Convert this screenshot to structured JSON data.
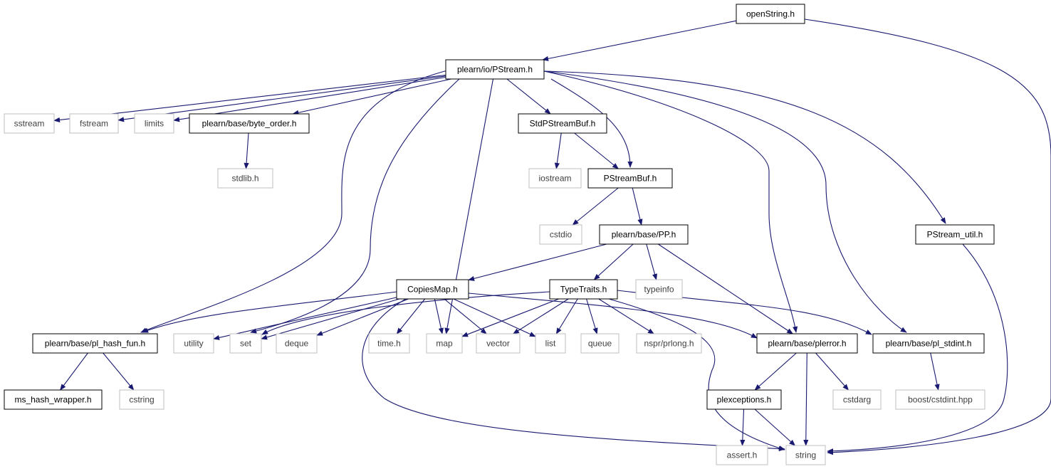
{
  "diagram": {
    "colors": {
      "edge": "#191970",
      "node_border": "#000000",
      "node_border_system": "#bfbfbf",
      "node_text": "#000000",
      "focus_fill": "#bfbfbf",
      "system_text": "#404040"
    },
    "nodes": {
      "openString": {
        "label": "openString.h",
        "kind": "focus"
      },
      "PStream": {
        "label": "plearn/io/PStream.h",
        "kind": "file"
      },
      "sstream": {
        "label": "sstream",
        "kind": "system"
      },
      "fstream": {
        "label": "fstream",
        "kind": "system"
      },
      "limits": {
        "label": "limits",
        "kind": "system"
      },
      "byte_order": {
        "label": "plearn/base/byte_order.h",
        "kind": "file"
      },
      "StdPStreamBuf": {
        "label": "StdPStreamBuf.h",
        "kind": "file"
      },
      "stdlib": {
        "label": "stdlib.h",
        "kind": "system"
      },
      "iostream": {
        "label": "iostream",
        "kind": "system"
      },
      "PStreamBuf": {
        "label": "PStreamBuf.h",
        "kind": "file"
      },
      "cstdio": {
        "label": "cstdio",
        "kind": "system"
      },
      "PP": {
        "label": "plearn/base/PP.h",
        "kind": "file"
      },
      "PStream_util": {
        "label": "PStream_util.h",
        "kind": "file"
      },
      "CopiesMap": {
        "label": "CopiesMap.h",
        "kind": "file"
      },
      "TypeTraits": {
        "label": "TypeTraits.h",
        "kind": "file"
      },
      "typeinfo": {
        "label": "typeinfo",
        "kind": "system"
      },
      "pl_hash_fun": {
        "label": "plearn/base/pl_hash_fun.h",
        "kind": "file"
      },
      "utility": {
        "label": "utility",
        "kind": "system"
      },
      "set": {
        "label": "set",
        "kind": "system"
      },
      "deque": {
        "label": "deque",
        "kind": "system"
      },
      "time": {
        "label": "time.h",
        "kind": "system"
      },
      "map": {
        "label": "map",
        "kind": "system"
      },
      "vector": {
        "label": "vector",
        "kind": "system"
      },
      "list": {
        "label": "list",
        "kind": "system"
      },
      "queue": {
        "label": "queue",
        "kind": "system"
      },
      "prlong": {
        "label": "nspr/prlong.h",
        "kind": "system"
      },
      "plerror": {
        "label": "plearn/base/plerror.h",
        "kind": "file"
      },
      "pl_stdint": {
        "label": "plearn/base/pl_stdint.h",
        "kind": "file"
      },
      "ms_hash": {
        "label": "ms_hash_wrapper.h",
        "kind": "file"
      },
      "cstring": {
        "label": "cstring",
        "kind": "system"
      },
      "plexceptions": {
        "label": "plexceptions.h",
        "kind": "file"
      },
      "cstdarg": {
        "label": "cstdarg",
        "kind": "system"
      },
      "cstdint": {
        "label": "boost/cstdint.hpp",
        "kind": "system"
      },
      "assert": {
        "label": "assert.h",
        "kind": "system"
      },
      "string": {
        "label": "string",
        "kind": "system"
      }
    },
    "edges": [
      [
        "openString",
        "PStream"
      ],
      [
        "openString",
        "string"
      ],
      [
        "PStream",
        "sstream"
      ],
      [
        "PStream",
        "fstream"
      ],
      [
        "PStream",
        "limits"
      ],
      [
        "PStream",
        "byte_order"
      ],
      [
        "PStream",
        "pl_hash_fun"
      ],
      [
        "PStream",
        "set"
      ],
      [
        "PStream",
        "map"
      ],
      [
        "PStream",
        "StdPStreamBuf"
      ],
      [
        "PStream",
        "PStreamBuf"
      ],
      [
        "PStream",
        "plerror"
      ],
      [
        "PStream",
        "pl_stdint"
      ],
      [
        "PStream",
        "PStream_util"
      ],
      [
        "byte_order",
        "stdlib"
      ],
      [
        "StdPStreamBuf",
        "iostream"
      ],
      [
        "StdPStreamBuf",
        "PStreamBuf"
      ],
      [
        "PStreamBuf",
        "cstdio"
      ],
      [
        "PStreamBuf",
        "PP"
      ],
      [
        "PP",
        "CopiesMap"
      ],
      [
        "PP",
        "TypeTraits"
      ],
      [
        "PP",
        "typeinfo"
      ],
      [
        "PP",
        "plerror"
      ],
      [
        "PStream_util",
        "string"
      ],
      [
        "CopiesMap",
        "pl_hash_fun"
      ],
      [
        "CopiesMap",
        "utility"
      ],
      [
        "CopiesMap",
        "set"
      ],
      [
        "CopiesMap",
        "deque"
      ],
      [
        "CopiesMap",
        "time"
      ],
      [
        "CopiesMap",
        "map"
      ],
      [
        "CopiesMap",
        "vector"
      ],
      [
        "CopiesMap",
        "list"
      ],
      [
        "CopiesMap",
        "plerror"
      ],
      [
        "CopiesMap",
        "string"
      ],
      [
        "TypeTraits",
        "set"
      ],
      [
        "TypeTraits",
        "map"
      ],
      [
        "TypeTraits",
        "vector"
      ],
      [
        "TypeTraits",
        "list"
      ],
      [
        "TypeTraits",
        "queue"
      ],
      [
        "TypeTraits",
        "prlong"
      ],
      [
        "TypeTraits",
        "pl_stdint"
      ],
      [
        "TypeTraits",
        "string"
      ],
      [
        "pl_hash_fun",
        "ms_hash"
      ],
      [
        "pl_hash_fun",
        "cstring"
      ],
      [
        "plerror",
        "plexceptions"
      ],
      [
        "plerror",
        "cstdarg"
      ],
      [
        "plerror",
        "string"
      ],
      [
        "plexceptions",
        "assert"
      ],
      [
        "plexceptions",
        "string"
      ],
      [
        "pl_stdint",
        "cstdint"
      ]
    ]
  }
}
